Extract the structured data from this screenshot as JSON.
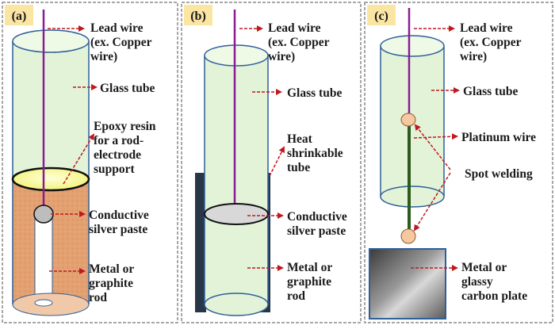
{
  "panels": [
    {
      "label": "(a)",
      "annotations": [
        {
          "lines": [
            "Lead wire",
            "(ex. Copper",
            "wire)"
          ]
        },
        {
          "lines": [
            "Glass tube"
          ]
        },
        {
          "lines": [
            "Epoxy resin",
            "for a rod-",
            "electrode",
            "support"
          ]
        },
        {
          "lines": [
            "Conductive",
            "silver paste"
          ]
        },
        {
          "lines": [
            "Metal or",
            "graphite",
            "rod"
          ]
        }
      ]
    },
    {
      "label": "(b)",
      "annotations": [
        {
          "lines": [
            "Lead wire",
            "(ex. Copper",
            "wire)"
          ]
        },
        {
          "lines": [
            "Glass tube"
          ]
        },
        {
          "lines": [
            "Heat",
            "shrinkable",
            "tube"
          ]
        },
        {
          "lines": [
            "Conductive",
            "silver paste"
          ]
        },
        {
          "lines": [
            "Metal or",
            "graphite",
            "rod"
          ]
        }
      ]
    },
    {
      "label": "(c)",
      "annotations": [
        {
          "lines": [
            "Lead wire",
            "(ex. Copper",
            "wire)"
          ]
        },
        {
          "lines": [
            "Glass tube"
          ]
        },
        {
          "lines": [
            "Platinum wire"
          ]
        },
        {
          "lines": [
            "Spot welding"
          ]
        },
        {
          "lines": [
            "Metal or",
            "glassy",
            "carbon plate"
          ]
        }
      ]
    }
  ],
  "colors": {
    "panel_border": "#8a8a8a",
    "label_badge": "#fbe5a3",
    "glass": "#e3f3d8",
    "glass_edge": "#2f5f9a",
    "lead_wire": "#8a1c94",
    "arrow": "#c0181f",
    "epoxy": "#ffff9a",
    "rod_body": "#e3a070",
    "silver_paste": "#bdbdbd",
    "shrink_tube": "#283748",
    "platinum_wire": "#2d5a1e",
    "weld": "#f5c8a0",
    "plate": "#8a8a8a"
  }
}
